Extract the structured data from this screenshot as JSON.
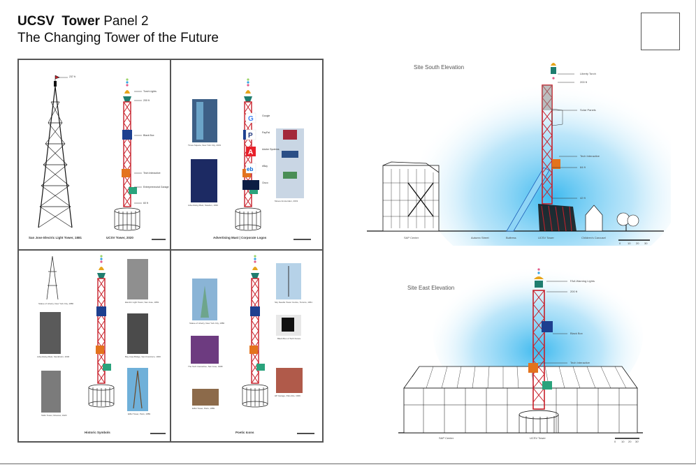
{
  "title": {
    "project": "UCSV",
    "tower_word": "Tower",
    "panel": "Panel 2",
    "subtitle": "The Changing Tower of the Future"
  },
  "quadrants": {
    "tl": {
      "left_label": "San Jose Electric Light Tower, 1881",
      "right_label": "UCSV Tower, 2020",
      "height_tag": "237 ft",
      "callouts": [
        "Torch Lights",
        "200 ft",
        "Black Box",
        "Tech Interactive",
        "Entrepreneurial Garage",
        "60 ft"
      ]
    },
    "tr": {
      "label": "Advertising Mast | Corporate Logos",
      "captions": [
        "Times Square, New York City, 2019",
        "Advertising Mast, Sweden, 1930",
        "Moses Amsterdam, 2019"
      ],
      "logos": [
        "Google",
        "PayPal",
        "Adobe Systems",
        "eBay",
        "Cisco"
      ]
    },
    "bl": {
      "label": "Historic Symbols",
      "captions": [
        "Statue of Liberty, New York City, 1886",
        "Electric Light Tower, San Jose, 1881",
        "Advertising Mast, Stockholm, 1930",
        "Bay Area Bridge, San Francisco, 1936",
        "Tatlin Tower, Moscow, 1920",
        "Eiffel Tower, Paris, 1889"
      ]
    },
    "br": {
      "label": "Poetic Icons",
      "captions": [
        "Statue of Liberty, New York City, 1886",
        "Sky Needle Tower Centre, Toronto, 1961",
        "Black Box of Tech Future",
        "The Tech Interactive, San Jose, 1998",
        "HP Garage, Palo Alto, 1939",
        "Eiffel Tower, Paris, 1889"
      ]
    }
  },
  "south_elevation": {
    "title": "Site South Elevation",
    "callouts": [
      "Liberty Torch",
      "200 ft",
      "Solar Panels",
      "Tech Interactive",
      "84 ft",
      "42 ft"
    ],
    "ground_labels": [
      "SAP Center",
      "Autumn Street",
      "Buttress",
      "UCSV Tower",
      "Children's Carousel"
    ],
    "scale": [
      "0",
      "10",
      "20",
      "30"
    ]
  },
  "east_elevation": {
    "title": "Site East Elevation",
    "callouts": [
      "FAA Warning Lights",
      "200 ft",
      "Black Box",
      "Tech Interactive"
    ],
    "ground_labels": [
      "SAP Center",
      "UCSV Tower"
    ],
    "scale": [
      "0",
      "10",
      "20",
      "30'"
    ]
  },
  "colors": {
    "tower_red": "#c8202a",
    "sky_blue": "#34b6ee",
    "black_box": "#1d3f8f",
    "tech_orange": "#e3731d",
    "garage_green": "#2aa37c",
    "torch_gold": "#e7a51b"
  }
}
